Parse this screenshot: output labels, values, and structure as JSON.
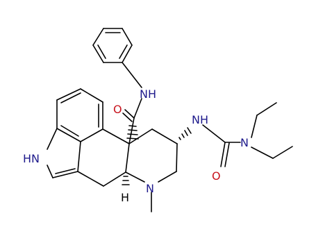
{
  "molecule": {
    "atom_labels": {
      "nh_amide": "NH",
      "o_amide": "O",
      "nh_urea": "NH",
      "n_diethyl": "N",
      "o_urea": "O",
      "nh_indole": "HN",
      "n_ring": "N",
      "h_stereo": "H"
    },
    "colors": {
      "bond": "#000000",
      "nitrogen": "#1e1a8c",
      "oxygen": "#c8141e",
      "hydrogen": "#000000"
    }
  }
}
